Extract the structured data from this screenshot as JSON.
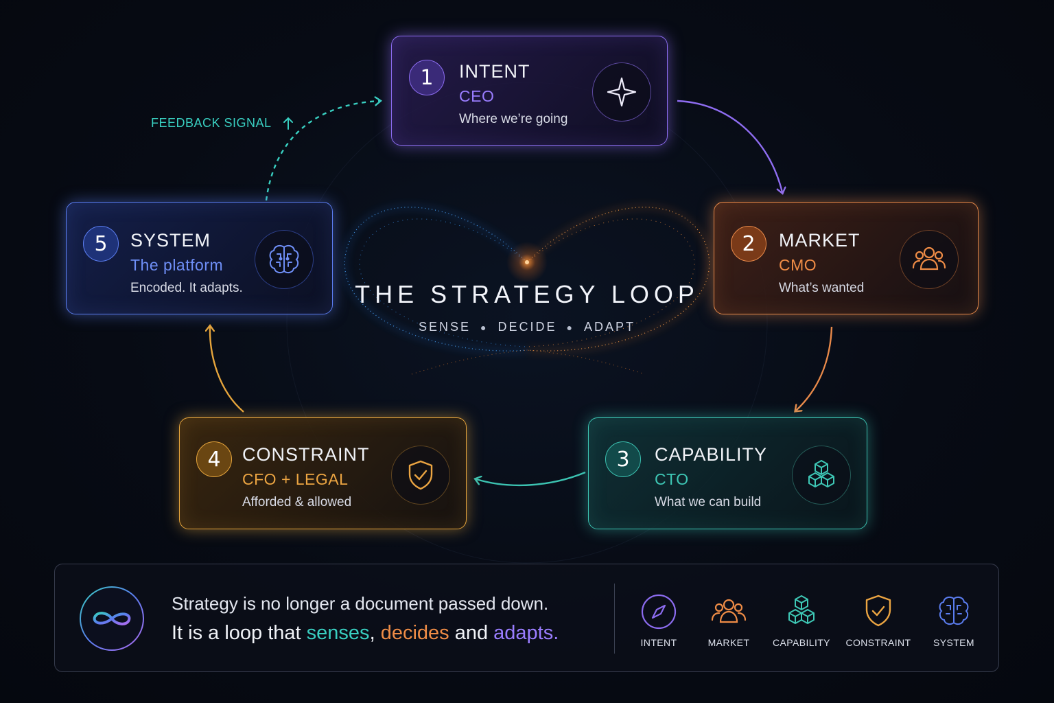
{
  "header": {
    "title": "THE STRATEGY LOOP",
    "subtitle_items": [
      "SENSE",
      "DECIDE",
      "ADAPT"
    ]
  },
  "feedback": {
    "label": "FEEDBACK SIGNAL"
  },
  "cards": [
    {
      "number": "1",
      "title": "INTENT",
      "role": "CEO",
      "description": "Where we’re going",
      "icon": "compass-star-icon",
      "color": "#8c6cf0",
      "role_color": "#9a7dff"
    },
    {
      "number": "2",
      "title": "MARKET",
      "role": "CMO",
      "description": "What’s wanted",
      "icon": "people-icon",
      "color": "#e98a4a",
      "role_color": "#ef8c46"
    },
    {
      "number": "3",
      "title": "CAPABILITY",
      "role": "CTO",
      "description": "What we can build",
      "icon": "cubes-icon",
      "color": "#3cc3b2",
      "role_color": "#3ec8b6"
    },
    {
      "number": "4",
      "title": "CONSTRAINT",
      "role": "CFO + LEGAL",
      "description": "Afforded & allowed",
      "icon": "shield-check-icon",
      "color": "#e6a53c",
      "role_color": "#eca542"
    },
    {
      "number": "5",
      "title": "SYSTEM",
      "role": "The platform",
      "description": "Encoded. It adapts.",
      "icon": "brain-circuit-icon",
      "color": "#5b7df0",
      "role_color": "#6f8ff7"
    }
  ],
  "statement": {
    "line1": "Strategy is no longer a document passed down.",
    "line2_prefix": "It is a loop that ",
    "word1": "senses",
    "sep1": ", ",
    "word2": "decides",
    "sep2": " and ",
    "word3": "adapts",
    "suffix": ".",
    "colors": {
      "senses": "#39cfc1",
      "decides": "#ef8c46",
      "adapts": "#9a7dff"
    }
  },
  "legend": [
    {
      "label": "INTENT",
      "icon": "compass-icon",
      "color": "#8c6cf0"
    },
    {
      "label": "MARKET",
      "icon": "people-icon",
      "color": "#ef8c46"
    },
    {
      "label": "CAPABILITY",
      "icon": "cubes-icon",
      "color": "#3ec8b6"
    },
    {
      "label": "CONSTRAINT",
      "icon": "shield-check-icon",
      "color": "#eca542"
    },
    {
      "label": "SYSTEM",
      "icon": "brain-circuit-icon",
      "color": "#5b7df0"
    }
  ]
}
